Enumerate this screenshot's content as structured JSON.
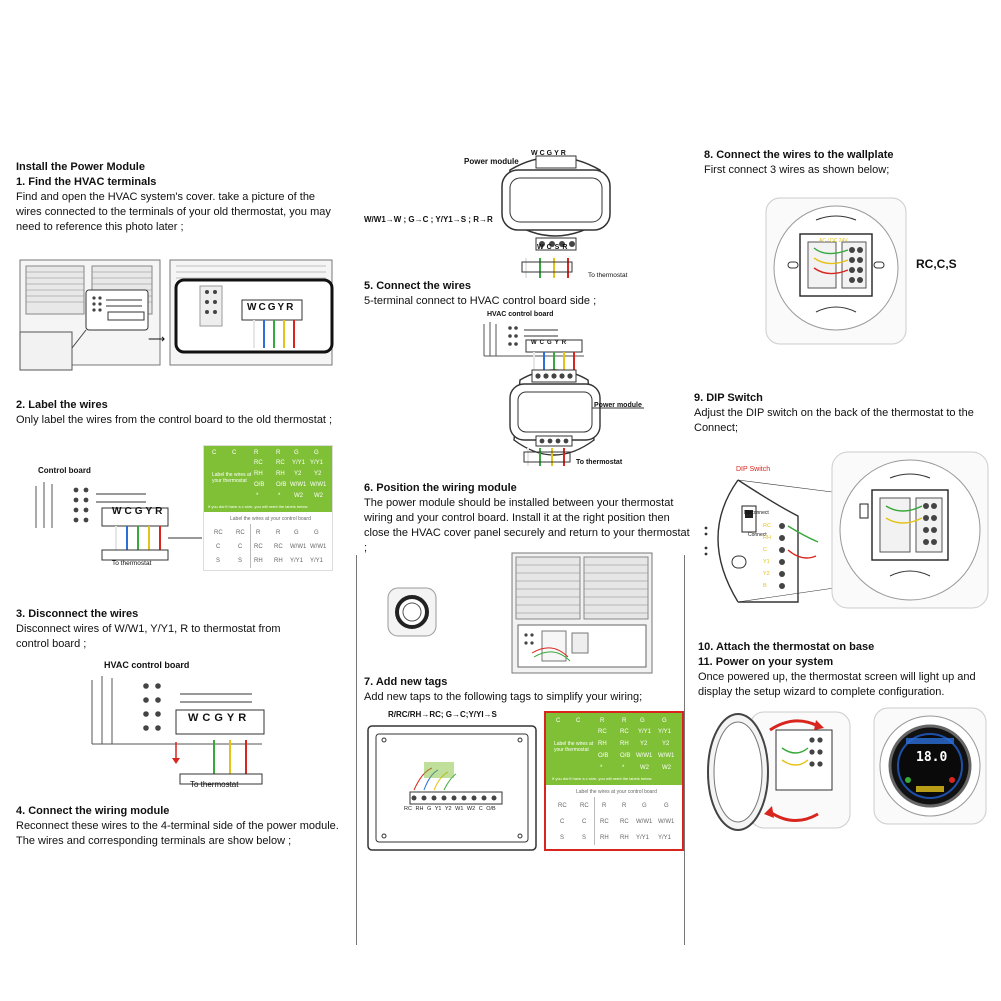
{
  "col1": {
    "title1": "Install the Power Module",
    "s1_title": "1. Find the HVAC terminals",
    "s1_body_l1": "Find and open the HVAC system's cover. take a picture of the",
    "s1_body_l2": "wires connected to the terminals of your old thermostat, you may",
    "s1_body_l3": "need to reference this photo later ;",
    "s2_title": "2. Label the wires",
    "s2_body": "Only label the wires from the control board to the old thermostat ;",
    "s2_board_label": "Control board",
    "s2_to_thermostat": "To thermostat",
    "s3_title": "3. Disconnect the wires",
    "s3_body_l1": "Disconnect wires of W/W1, Y/Y1, R to thermostat from",
    "s3_body_l2": "control board ;",
    "s3_board_label": "HVAC control board",
    "s3_to_thermostat": "To thermostat",
    "s4_title": "4. Connect the wiring module",
    "s4_body_l1": "Reconnect these wires to the 4-terminal side of the power module.",
    "s4_body_l2": "The wires and corresponding terminals are show below ;"
  },
  "terminals": {
    "wcgyr": [
      "W",
      "C",
      "G",
      "Y",
      "R"
    ],
    "wcsr": [
      "W",
      "C",
      "S",
      "R"
    ],
    "wgyr": [
      "W",
      "G",
      "Y",
      "R"
    ]
  },
  "col2": {
    "pm_label": "Power module",
    "mapping": "W/W1→W ; G→C ; Y/Y1→S ; R→R",
    "to_thermostat": "To thermostat",
    "s5_title": "5. Connect the wires",
    "s5_body": "5-terminal connect to HVAC control board side ;",
    "s5_board_label": "HVAC control board",
    "s5_pm_label": "Power module",
    "s5_to_thermostat": "To thermostat",
    "s6_title": "6. Position the wiring module",
    "s6_body_l1": "The power module should be installed between your thermostat",
    "s6_body_l2": "wiring and your control board. Install it at the right position then",
    "s6_body_l3": "close the HVAC cover panel securely and return to your thermostat ;",
    "s7_title": "7. Add new tags",
    "s7_body": "Add new taps to the following tags to simplify your wiring;",
    "s7_mapping": "R/RC/RH→RC; G→C;Y/YI→S",
    "s7_terminals": [
      "RC",
      "RH",
      "G",
      "Y1",
      "Y2",
      "W1",
      "W2",
      "C",
      "O/B"
    ]
  },
  "col3": {
    "s8_title": "8. Connect the wires to the wallplate",
    "s8_body": "First connect 3 wires as shown below;",
    "s8_rcs": "RC,C,S",
    "s8_plate_label": "AC / DC 24V",
    "s9_title": "9. DIP Switch",
    "s9_body_l1": "Adjust the DIP switch on the back of the thermostat to the",
    "s9_body_l2": "Connect;",
    "s9_dip_label": "DIP Switch",
    "s9_disconnect": "Disconnect",
    "s9_connect": "Connect",
    "s9_terminals": [
      "RC",
      "RH",
      "C",
      "Y1",
      "Y2",
      "B"
    ],
    "s10_title": "10. Attach the thermostat on base",
    "s11_title": "11. Power on your system",
    "s11_body_l1": "Once powered up, the thermostat screen will light up and",
    "s11_body_l2": "display the setup wizard to complete configuration.",
    "display_value": "18.0"
  },
  "labelcard": {
    "header_rows": [
      [
        "C",
        "C",
        "R",
        "R",
        "G",
        "G"
      ],
      [
        "",
        "",
        "RC",
        "RC",
        "Y/Y1",
        "Y/Y1"
      ],
      [
        "",
        "",
        "RH",
        "RH",
        "Y2",
        "Y2"
      ],
      [
        "",
        "",
        "O/B",
        "O/B",
        "W/W1",
        "W/W1"
      ],
      [
        "",
        "",
        "*",
        "*",
        "W2",
        "W2"
      ]
    ],
    "inner_label": "Label the wires at your thermostat",
    "note": "If you don't have a c wire, you will need the labels below.",
    "section_title": "Label the wires at your control board",
    "rows": [
      [
        "RC",
        "RC",
        "R",
        "R",
        "G",
        "G"
      ],
      [
        "C",
        "C",
        "RC",
        "RC",
        "W/W1",
        "W/W1"
      ],
      [
        "S",
        "S",
        "RH",
        "RH",
        "Y/Y1",
        "Y/Y1"
      ]
    ]
  },
  "colors": {
    "green": "#7fc036",
    "wire_white": "#e6e6e6",
    "wire_blue": "#2c6fd8",
    "wire_green": "#37a83a",
    "wire_yellow": "#e5c21a",
    "wire_red": "#d8261f",
    "label_red": "#d8261f",
    "arrow_red": "#d8261f"
  }
}
